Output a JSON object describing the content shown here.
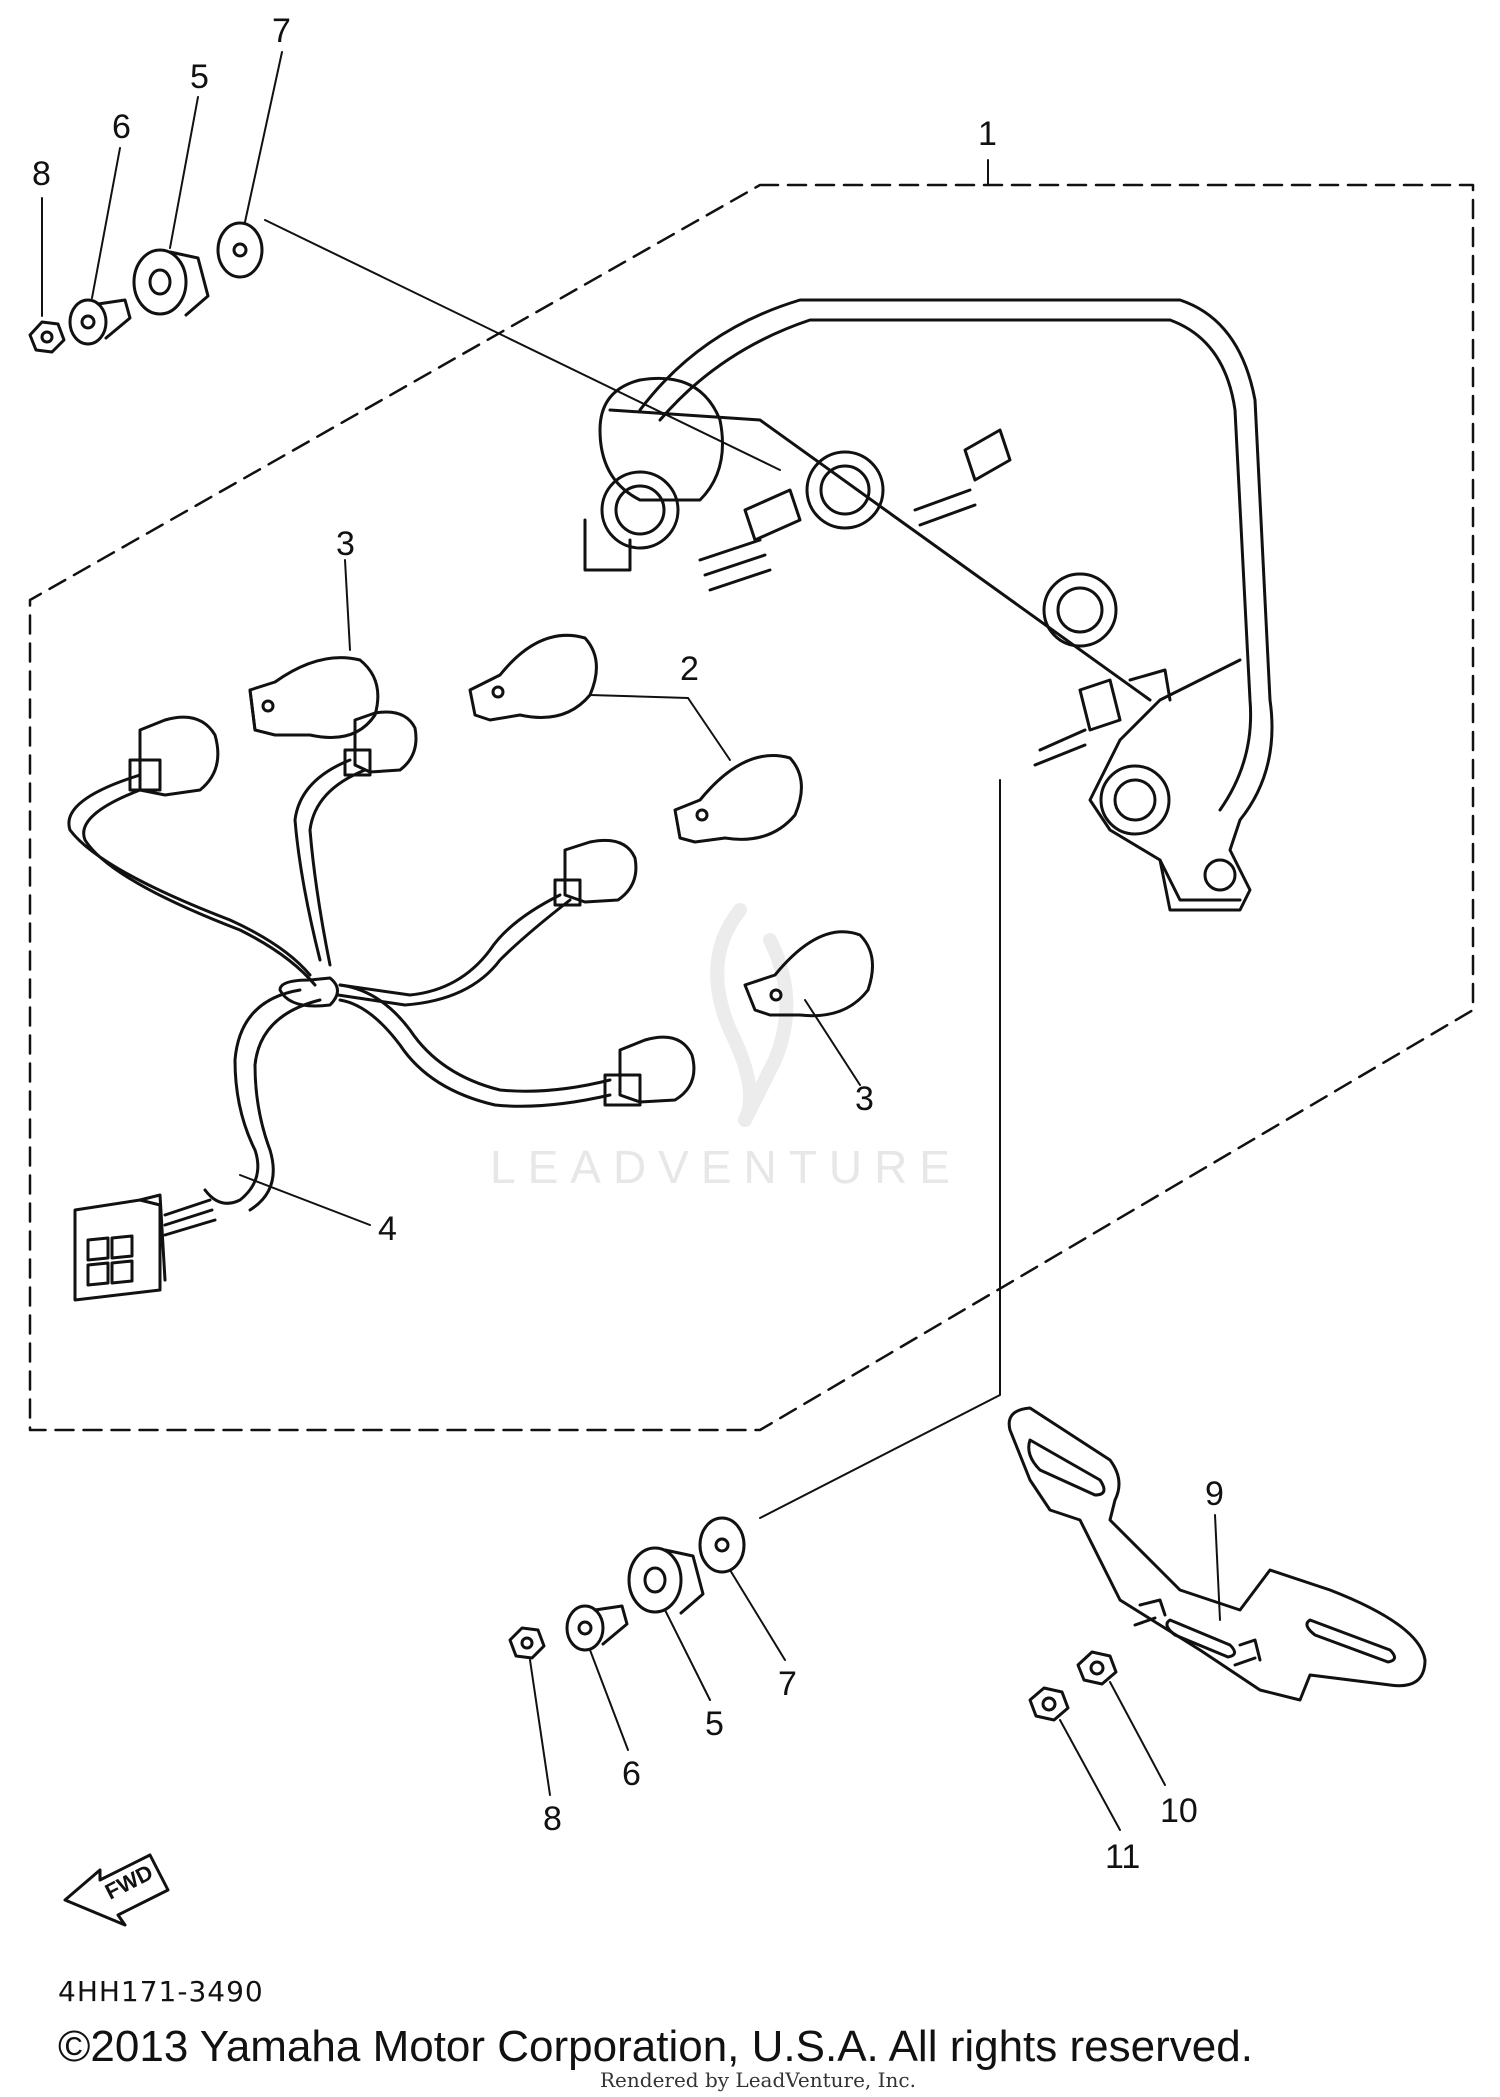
{
  "diagram": {
    "callouts": {
      "c1": "1",
      "c2": "2",
      "c3a": "3",
      "c3b": "3",
      "c4": "4",
      "c5a": "5",
      "c6a": "6",
      "c7a": "7",
      "c8a": "8",
      "c5b": "5",
      "c6b": "6",
      "c7b": "7",
      "c8b": "8",
      "c9": "9",
      "c10": "10",
      "c11": "11"
    },
    "fwd_label": "FWD"
  },
  "footer": {
    "part_code": "4HH171-3490",
    "copyright": "©2013 Yamaha Motor Corporation, U.S.A. All rights reserved.",
    "rendered_by": "Rendered by LeadVenture, Inc."
  },
  "watermark": {
    "text": "LEADVENTURE"
  }
}
